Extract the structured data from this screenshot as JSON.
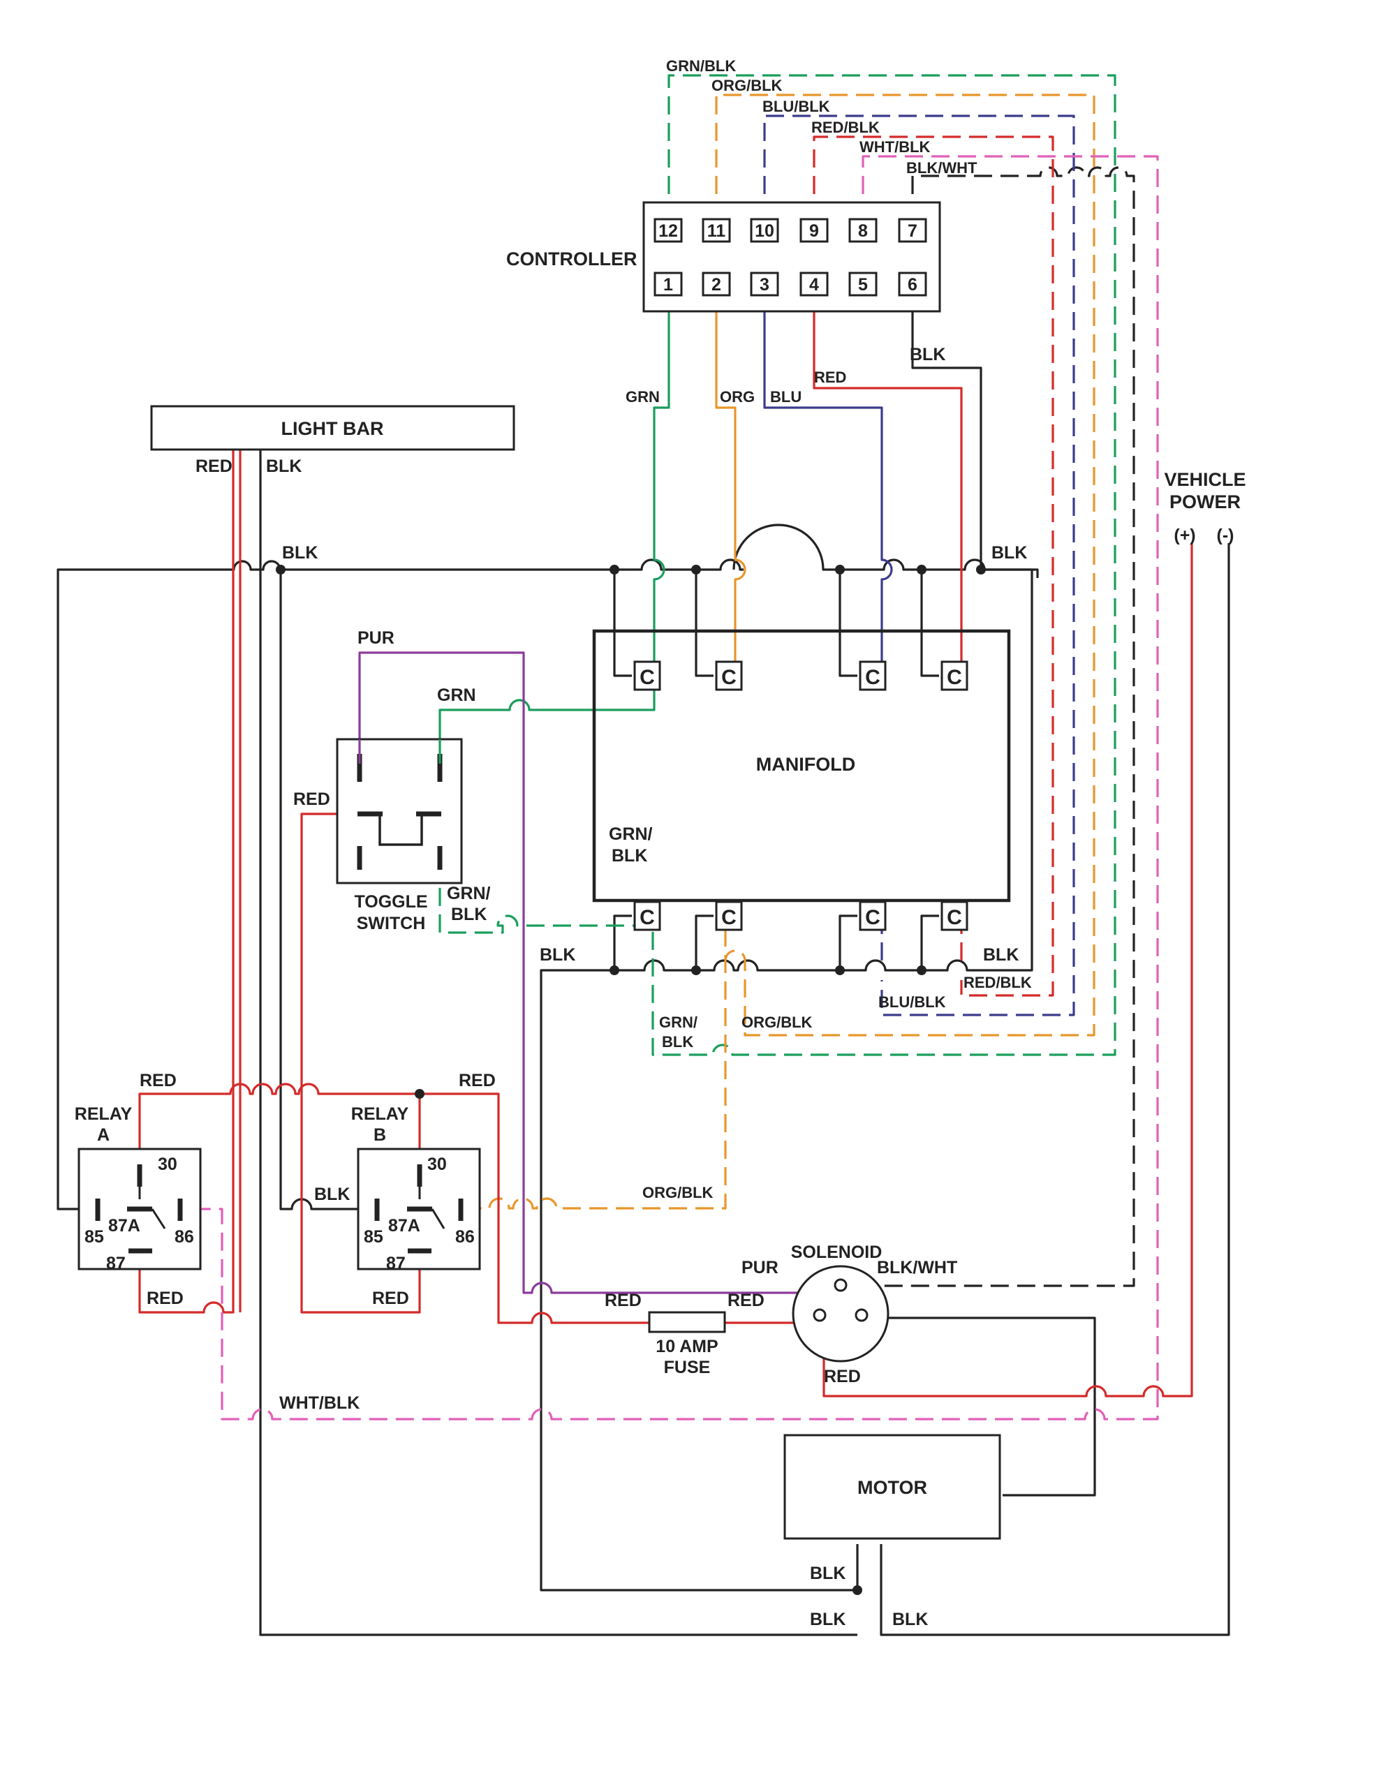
{
  "colors": {
    "green": "#1a9e5c",
    "orange": "#e8962c",
    "blue": "#3c3c8c",
    "red": "#d42a2a",
    "pink": "#e060b8",
    "black": "#222222",
    "purple": "#8c3c9c"
  },
  "components": {
    "controller": "CONTROLLER",
    "light_bar": "LIGHT BAR",
    "manifold": "MANIFOLD",
    "toggle_switch": [
      "TOGGLE",
      "SWITCH"
    ],
    "relay_a": [
      "RELAY",
      "A"
    ],
    "relay_b": [
      "RELAY",
      "B"
    ],
    "solenoid": "SOLENOID",
    "fuse": [
      "10 AMP",
      "FUSE"
    ],
    "motor": "MOTOR",
    "vehicle_power": [
      "VEHICLE",
      "POWER"
    ],
    "polarity": [
      "(+)",
      "(-)"
    ]
  },
  "controller_pins": {
    "top": [
      "12",
      "11",
      "10",
      "9",
      "8",
      "7"
    ],
    "bottom": [
      "1",
      "2",
      "3",
      "4",
      "5",
      "6"
    ]
  },
  "manifold_coil": "C",
  "relay_pins": [
    "30",
    "85",
    "87A",
    "86",
    "87"
  ],
  "wire_labels": {
    "grn_blk": "GRN/BLK",
    "org_blk": "ORG/BLK",
    "blu_blk": "BLU/BLK",
    "red_blk": "RED/BLK",
    "wht_blk": "WHT/BLK",
    "blk_wht": "BLK/WHT",
    "grn": "GRN",
    "org": "ORG",
    "blu": "BLU",
    "red": "RED",
    "blk": "BLK",
    "pur": "PUR",
    "grn_slash": "GRN/",
    "blk_part": "BLK"
  }
}
